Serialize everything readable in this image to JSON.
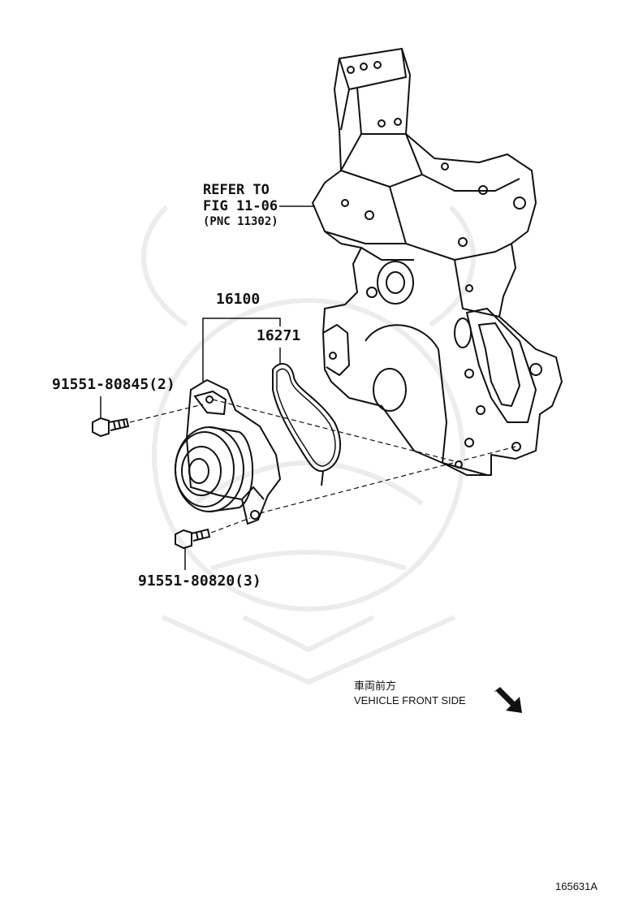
{
  "labels": {
    "refer_line1": "REFER TO",
    "refer_line2": "FIG 11-06",
    "refer_line3": "(PNC 11302)",
    "part_water_pump": "16100",
    "part_gasket": "16271",
    "bolt_upper": "91551-80845(2)",
    "bolt_lower": "91551-80820(3)"
  },
  "direction": {
    "japanese": "車両前方",
    "english": "VEHICLE FRONT SIDE",
    "icon": "arrow-down-right-icon"
  },
  "figure_id": "165631A",
  "colors": {
    "line": "#111111",
    "watermark": "#ececec"
  }
}
